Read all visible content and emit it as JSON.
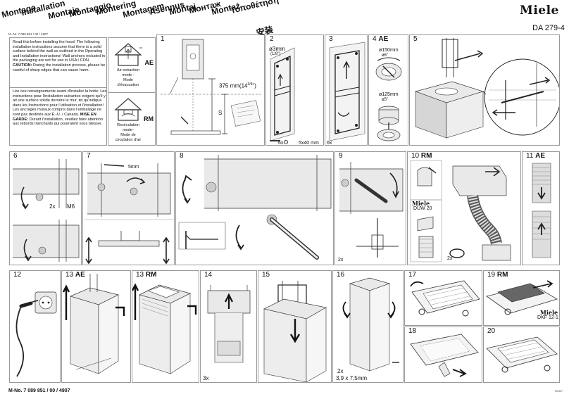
{
  "header": {
    "languages": [
      "Montage",
      "Installation",
      "Montaje",
      "Montaggio",
      "Montering",
      "Montagem",
      "Asennus",
      "Montaj",
      "Монтаж",
      "Montaż",
      "Τοποθέτηση",
      "安装"
    ],
    "brand": "Miele",
    "doc_code": "DA 279-4",
    "mno_small": "M.-Nr. 7 089 851 / 00 / 4907"
  },
  "intro": {
    "paragraph_en": "Read this before installing the hood: The following installation instructions assume that there is a solid surface behind the wall as outlined in the Operating and Installation instructions! Wall anchors included in the packaging are not for use in USA / CDN.",
    "caution_label": "CAUTION:",
    "caution_text": " During the installation process, please be careful of sharp edges that can cause harm.",
    "paragraph_fr": "Lire ces renseignements avant d'installer la hotte: Les instructions pour l'installation suivantes exigent qu'il y ait une surface solide derrière le mur, tel qu'indiqué dans les Instructions pour l'utilisation et l'installation! Les ancrages muraux compris dans l'emballage ne sont pas destinés aux É.-U. / Canada.",
    "mise_label": "MISE EN GARDE:",
    "mise_text": " Durant l'installation, veuillez faire attention aux rebords tranchants qui pourraient vous blesser."
  },
  "modes": {
    "ae": {
      "code": "AE",
      "line1": "Air extraction",
      "line2": "mode -",
      "line3": "Mode",
      "line4": "d'évacuation"
    },
    "rm": {
      "code": "RM",
      "line1": "Recirculation",
      "line2": "mode-",
      "line3": "Mode de",
      "line4": "circulation d'air"
    }
  },
  "steps": {
    "s1": {
      "num": "1",
      "dim": "375 mm(14",
      "frac": "3/4",
      "close": "\")",
      "s_label": "S"
    },
    "s2": {
      "num": "2",
      "bore": "ø3mm",
      "bore_in": "(1/8\")",
      "screws": "6x",
      "screw_size": "5x40 mm"
    },
    "s3": {
      "num": "3",
      "qty": "6x"
    },
    "s4": {
      "num": "4",
      "mode": "AE",
      "d1": "ø150mm",
      "d1_in": "ø6\"",
      "d2": "ø125mm",
      "d2_in": "ø5\""
    },
    "s5": {
      "num": "5"
    },
    "s6": {
      "num": "6",
      "qty": "2x",
      "bolt": "M6"
    },
    "s7": {
      "num": "7",
      "key": "5mm"
    },
    "s8": {
      "num": "8"
    },
    "s9": {
      "num": "9",
      "qty": "2x"
    },
    "s10": {
      "num": "10",
      "mode": "RM",
      "brand": "Miele",
      "model": "DUW 20",
      "qty": "2x"
    },
    "s11": {
      "num": "11",
      "mode": "AE"
    },
    "s12": {
      "num": "12"
    },
    "s13a": {
      "num": "13",
      "mode": "AE"
    },
    "s13r": {
      "num": "13",
      "mode": "RM"
    },
    "s14": {
      "num": "14",
      "qty": "3x"
    },
    "s15": {
      "num": "15"
    },
    "s16": {
      "num": "16",
      "qty": "2x",
      "screw": "3,9 x 7,5mm"
    },
    "s17": {
      "num": "17"
    },
    "s18": {
      "num": "18"
    },
    "s19": {
      "num": "19",
      "mode": "RM",
      "brand": "Miele",
      "model": "DKF 12-1"
    },
    "s20": {
      "num": "20"
    }
  },
  "footer": {
    "mno": "M-No. 7 089 851 / 00 / 4907",
    "tiny": "00007"
  }
}
